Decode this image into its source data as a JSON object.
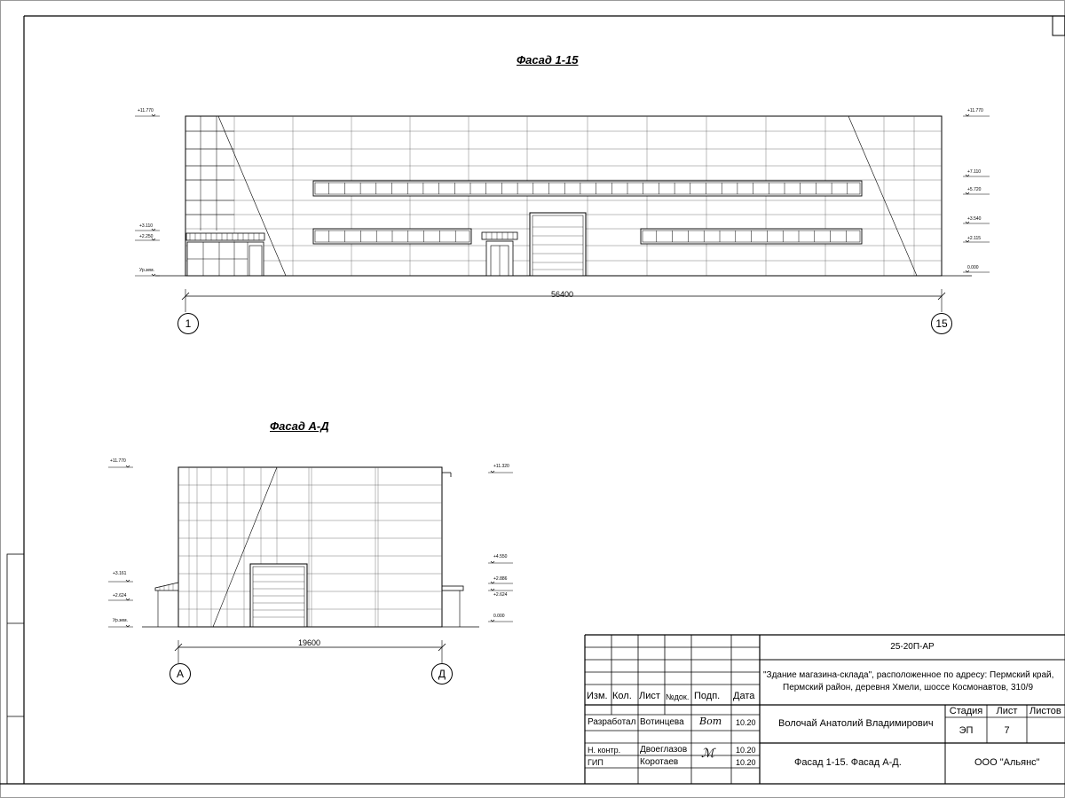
{
  "facade1": {
    "title": "Фасад 1-15",
    "levels_left": [
      "+11.770",
      "+3.110",
      "+2.250",
      "Ур.зем."
    ],
    "levels_right": [
      "+11.770",
      "+7.110",
      "+5.720",
      "+3.540",
      "+2.115",
      "0.000"
    ],
    "dimension": "56400",
    "axis_start": "1",
    "axis_end": "15"
  },
  "facade2": {
    "title": "Фасад А-Д",
    "levels_left": [
      "+11.770",
      "+3.161",
      "+2.624",
      "Ур.зем."
    ],
    "levels_right": [
      "+11.320",
      "+4.550",
      "+2.886",
      "+2.624",
      "0.000"
    ],
    "dimension": "19600",
    "axis_start": "А",
    "axis_end": "Д"
  },
  "titleblock": {
    "code": "25-20П-АР",
    "project_line1": "\"Здание магазина-склада\", расположенное по адресу: Пермский край,",
    "project_line2": "Пермский район, деревня Хмели, шоссе Космонавтов, 310/9",
    "headers": {
      "izm": "Изм.",
      "kol": "Кол.",
      "list": "Лист",
      "ndok": "№док.",
      "podp": "Подп.",
      "data": "Дата"
    },
    "roles": [
      {
        "role": "Разработал",
        "name": "Вотинцева",
        "date": "10.20"
      },
      {
        "role": "",
        "name": "",
        "date": ""
      },
      {
        "role": "Н. контр.",
        "name": "Двоеглазов",
        "date": "10.20"
      },
      {
        "role": "ГИП",
        "name": "Коротаев",
        "date": "10.20"
      }
    ],
    "author": "Волочай Анатолий Владимирович",
    "stage_label": "Стадия",
    "sheet_label": "Лист",
    "sheets_label": "Листов",
    "stage": "ЭП",
    "sheet": "7",
    "drawing_title": "Фасад 1-15. Фасад А-Д.",
    "company": "ООО \"Альянс\""
  }
}
